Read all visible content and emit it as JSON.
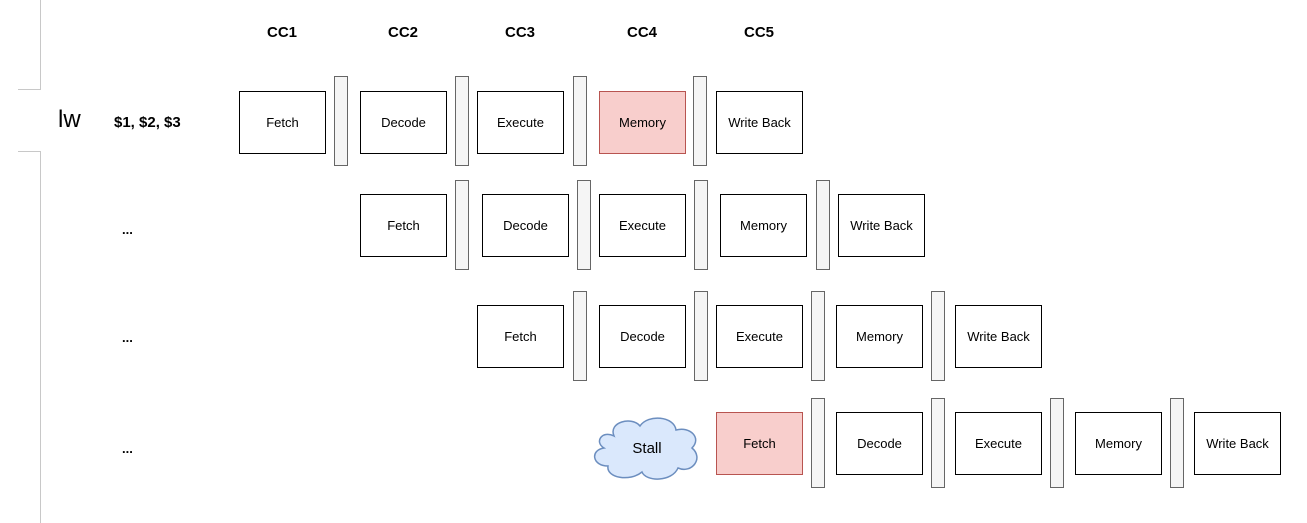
{
  "cycles": [
    "CC1",
    "CC2",
    "CC3",
    "CC4",
    "CC5"
  ],
  "instructions": [
    {
      "op": "lw",
      "args": "$1, $2, $3",
      "stages": [
        "Fetch",
        "Decode",
        "Execute",
        "Memory",
        "Write Back"
      ],
      "highlighted_stage": "Memory"
    },
    {
      "label": "...",
      "stages": [
        "Fetch",
        "Decode",
        "Execute",
        "Memory",
        "Write Back"
      ]
    },
    {
      "label": "...",
      "stages": [
        "Fetch",
        "Decode",
        "Execute",
        "Memory",
        "Write Back"
      ]
    },
    {
      "label": "...",
      "stall": "Stall",
      "stages": [
        "Fetch",
        "Decode",
        "Execute",
        "Memory",
        "Write Back"
      ],
      "highlighted_stage": "Fetch"
    }
  ],
  "colors": {
    "highlight_fill": "#f8cecc",
    "highlight_border": "#b85450",
    "stall_fill": "#dae8fc",
    "stall_border": "#6c8ebf",
    "latch_fill": "#f5f5f5",
    "latch_border": "#666666"
  }
}
